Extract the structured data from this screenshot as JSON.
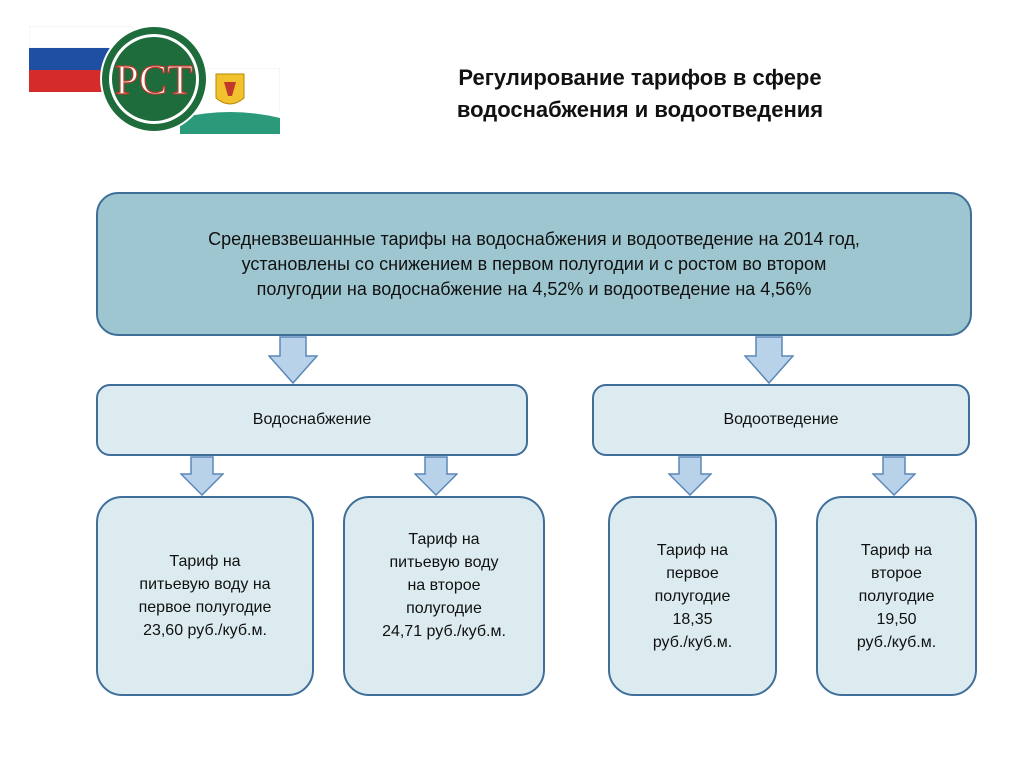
{
  "header": {
    "title_line1": "Регулирование тарифов в сфере",
    "title_line2": "водоснабжения и водоотведения",
    "logo_letters": "РСТ"
  },
  "colors": {
    "top_box_fill": "#9ec6d0",
    "box_fill": "#dcebf0",
    "box_border": "#3f6f99",
    "arrow_fill": "#b8d2ea",
    "arrow_border": "#5b87b8",
    "logo_green": "#1e6b3c",
    "logo_red": "#c0392b"
  },
  "diagram": {
    "top": {
      "lines": [
        "Средневзвешанные тарифы на водоснабжения и водоотведение на 2014 год,",
        "установлены со снижением в первом полугодии и с ростом во втором",
        "полугодии на  водоснабжение на 4,52% и водоотведение на 4,56%"
      ]
    },
    "categories": [
      {
        "label": "Водоснабжение",
        "tariffs": [
          {
            "lines": [
              "Тариф на",
              "питьевую воду на",
              "первое полугодие",
              "23,60 руб./куб.м."
            ]
          },
          {
            "lines": [
              "Тариф на",
              "питьевую воду",
              "на второе",
              "полугодие",
              "24,71 руб./куб.м."
            ]
          }
        ]
      },
      {
        "label": "Водоотведение",
        "tariffs": [
          {
            "lines": [
              "Тариф на",
              "первое",
              "полугодие",
              "18,35",
              "руб./куб.м."
            ]
          },
          {
            "lines": [
              "Тариф на",
              "второе",
              "полугодие",
              "19,50",
              "руб./куб.м."
            ]
          }
        ]
      }
    ]
  }
}
